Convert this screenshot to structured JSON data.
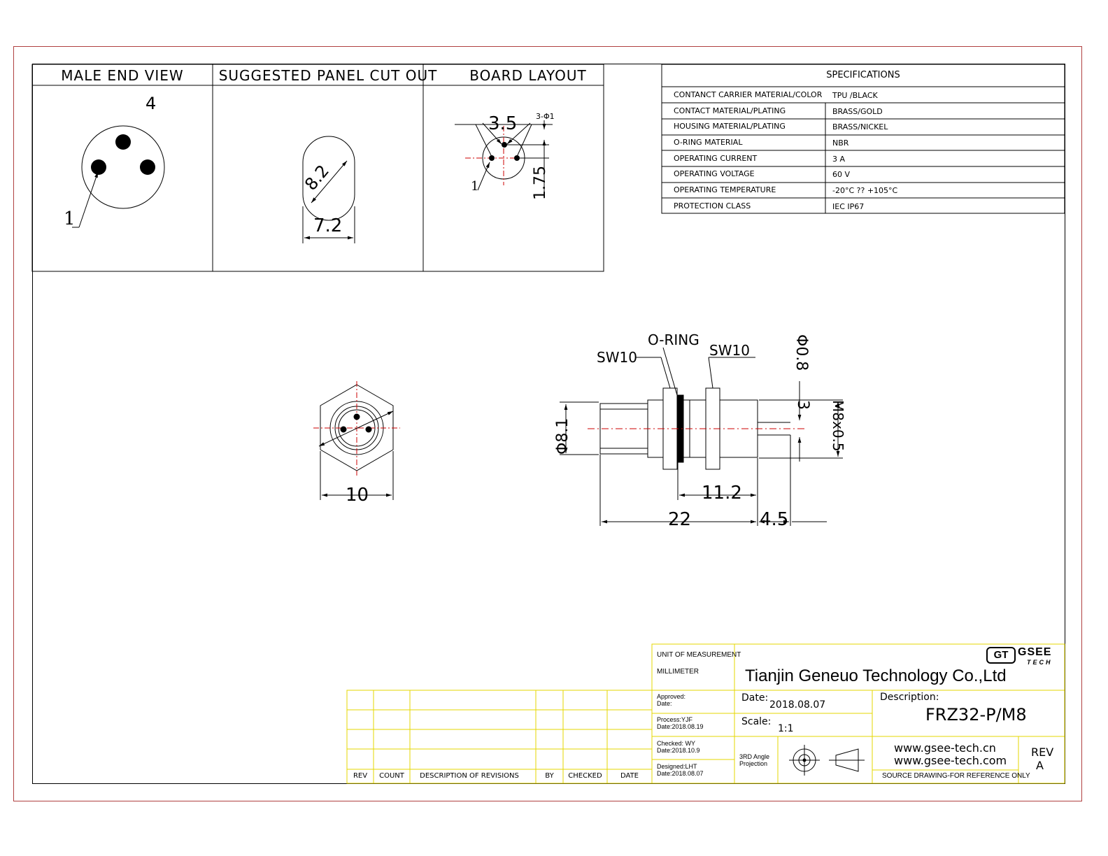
{
  "views": {
    "male_end_view": "MALE END VIEW",
    "panel_cut_out": "SUGGESTED PANEL CUT OUT",
    "board_layout": "BOARD  LAYOUT"
  },
  "male_end": {
    "pin_top": "4",
    "pin_left": "1"
  },
  "panel": {
    "dia": "8.2",
    "width": "7.2"
  },
  "board": {
    "pitch": "3.5",
    "hole": "3-Φ1",
    "pin": "1",
    "height": "1.75"
  },
  "specs": {
    "title": "SPECIFICATIONS",
    "rows": [
      {
        "label": "CONTANCT CARRIER MATERIAL/COLOR",
        "value": "TPU /BLACK"
      },
      {
        "label": "CONTACT  MATERIAL/PLATING",
        "value": "BRASS/GOLD"
      },
      {
        "label": "HOUSING MATERIAL/PLATING",
        "value": "BRASS/NICKEL"
      },
      {
        "label": "O-RING  MATERIAL",
        "value": "NBR"
      },
      {
        "label": "OPERATING CURRENT",
        "value": "3 A"
      },
      {
        "label": "OPERATING VOLTAGE",
        "value": "60 V"
      },
      {
        "label": "OPERATING TEMPERATURE",
        "value": "-20°C ?? +105°C"
      },
      {
        "label": "PROTECTION CLASS",
        "value": "IEC  IP67"
      }
    ]
  },
  "front": {
    "hex": "10"
  },
  "side": {
    "oring": "O-RING",
    "sw_left": "SW10",
    "sw_right": "SW10",
    "dia08": "Φ0.8",
    "dia81": "Φ8.1",
    "d3": "3",
    "thread": "M8x0.5",
    "len112": "11.2",
    "len22": "22",
    "len45": "4.5"
  },
  "title_block": {
    "unit_label": "UNIT OF MEASUREMENT",
    "unit_value": "MILLIMETER",
    "company": "Tianjin Geneuo Technology Co.,Ltd",
    "logo_gt": "GT",
    "logo_gsee": "GSEE",
    "logo_tech": "TECH",
    "approved": "Approved:",
    "approved_date": "Date:",
    "process": "Process:YJF",
    "process_date": "Date:2018.08.19",
    "checked": "Checked:   WY",
    "checked_date": "Date:2018.10.9",
    "designed": "Designed:LHT",
    "designed_date": "Date:2018.08.07",
    "date_label": "Date:",
    "date_value": "2018.08.07",
    "scale_label": "Scale:",
    "scale_value": "1:1",
    "projection_1": "3RD Angle",
    "projection_2": "Projection",
    "desc_label": "Description:",
    "desc_value": "FRZ32-P/M8",
    "web1": "www.gsee-tech.cn",
    "web2": "www.gsee-tech.com",
    "rev_label": "REV",
    "rev_value": "A",
    "source": "SOURCE DRAWING-FOR REFERENCE ONLY"
  },
  "revisions": {
    "headers": [
      "REV",
      "COUNT",
      "DESCRIPTION  OF  REVISIONS",
      "BY",
      "CHECKED",
      "DATE"
    ]
  }
}
